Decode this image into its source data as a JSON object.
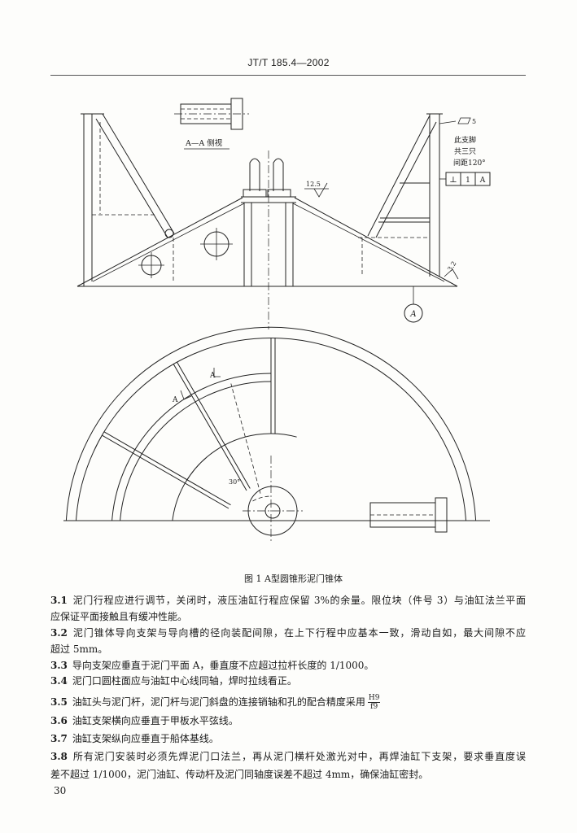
{
  "header": {
    "code": "JT/T 185.4—2002"
  },
  "figure": {
    "side_view_label": "A—A 侧视",
    "flatness_value": "5",
    "note_lines": [
      "此支脚",
      "共三只",
      "间距120°"
    ],
    "tolerance_frame": [
      "⊥",
      "1",
      "A"
    ],
    "roughness_top": "12.5",
    "roughness_side": "3.2",
    "view_marker": "A",
    "section_marks": [
      "A",
      "A"
    ],
    "angle_label": "30°",
    "caption": "图 1 A型圆锥形泥门锥体"
  },
  "sections": [
    {
      "num": "3.1",
      "lines": [
        "泥门行程应进行调节，关闭时，液压油缸行程应保留 3%的余量。限位块（件号 3）与油缸法兰平面",
        "应保证平面接触且有缓冲性能。"
      ]
    },
    {
      "num": "3.2",
      "lines": [
        "泥门锥体导向支架与导向槽的径向装配间隙，在上下行程中应基本一致，滑动自如，最大间隙不应",
        "超过 5mm。"
      ]
    },
    {
      "num": "3.3",
      "lines": [
        "导向支架应垂直于泥门平面 A，垂直度不应超过拉杆长度的 1/1000。"
      ]
    },
    {
      "num": "3.4",
      "lines": [
        "泥门口圆柱面应与油缸中心线同轴，焊时拉线看正。"
      ]
    },
    {
      "num": "3.5",
      "lines": [
        "油缸头与泥门杆，泥门杆与泥门斜盘的连接销轴和孔的配合精度采用"
      ],
      "fit_num": "H9",
      "fit_den": "f9"
    },
    {
      "num": "3.6",
      "lines": [
        "油缸支架横向应垂直于甲板水平弦线。"
      ]
    },
    {
      "num": "3.7",
      "lines": [
        "油缸支架纵向应垂直于船体基线。"
      ]
    },
    {
      "num": "3.8",
      "lines": [
        "所有泥门安装时必须先焊泥门口法兰，再从泥门横杆处激光对中，再焊油缸下支架，要求垂直度误",
        "差不超过 1/1000，泥门油缸、传动杆及泥门同轴度误差不超过 4mm，确保油缸密封。"
      ]
    }
  ],
  "page_number": "30"
}
